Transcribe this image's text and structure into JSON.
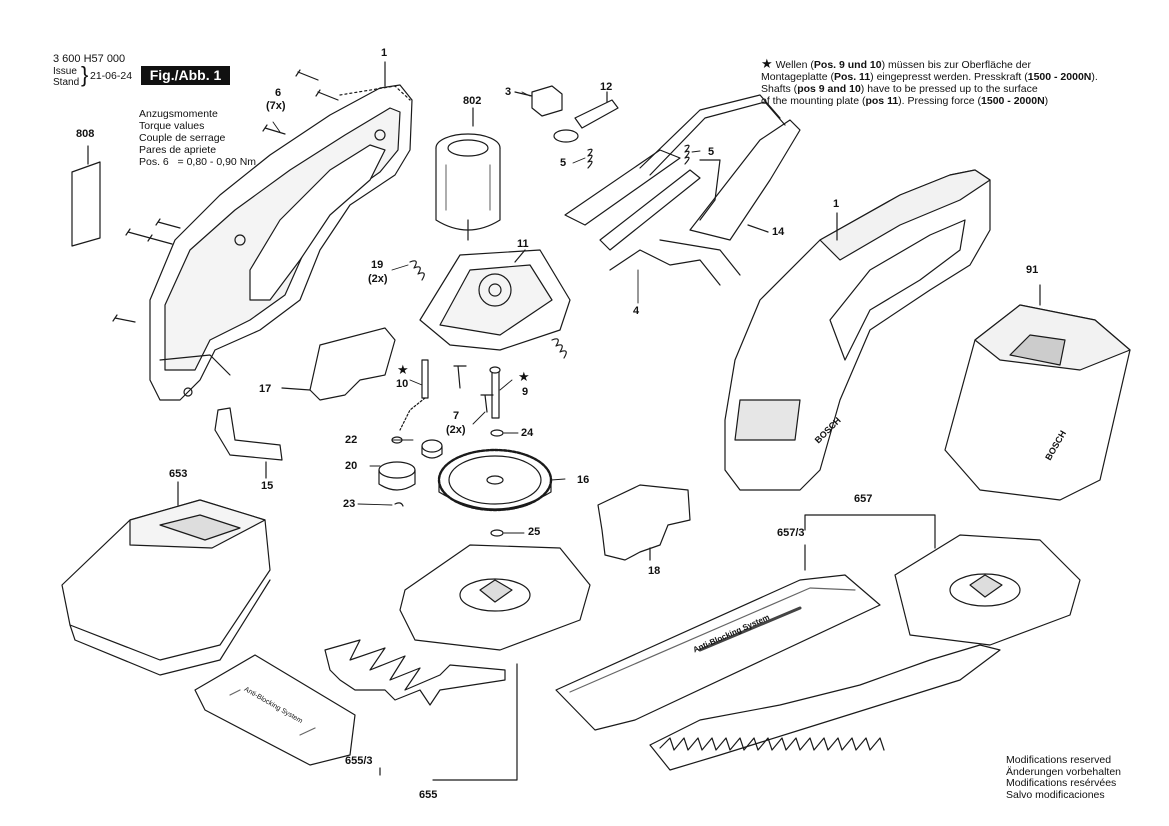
{
  "header": {
    "doc_code": "3 600 H57 000",
    "issue_label": "Issue",
    "stand_label": "Stand",
    "date": "21-06-24",
    "fig_label": "Fig./Abb. 1"
  },
  "torque": {
    "lines": [
      "Anzugsmomente",
      "Torque values",
      "Couple de serrage",
      "Pares de apriete"
    ],
    "spec": "Pos. 6   = 0,80 - 0,90 Nm"
  },
  "note": {
    "star": "★",
    "de_1a": "Wellen (",
    "de_1b": "Pos. 9 und 10",
    "de_1c": ") müssen bis zur Oberfläche der",
    "de_2a": "Montageplatte (",
    "de_2b": "Pos. 11",
    "de_2c": ") eingepresst werden. Presskraft (",
    "de_2d": "1500 - 2000N",
    "de_2e": ").",
    "en_1a": "Shafts (",
    "en_1b": "pos 9 and 10",
    "en_1c": ") have to be pressed up to the surface",
    "en_2a": "of the mounting plate (",
    "en_2b": "pos 11",
    "en_2c": "). Pressing force (",
    "en_2d": "1500 - 2000N",
    "en_2e": ")"
  },
  "modifications": [
    "Modifications reserved",
    "Änderungen vorbehalten",
    "Modifications resérvées",
    "Salvo modificaciones"
  ],
  "labels": {
    "p1a": "1",
    "p1b": "1",
    "p3": "3",
    "p4": "4",
    "p5a": "5",
    "p5b": "5",
    "p6": "6",
    "p6q": "(7x)",
    "p7": "7",
    "p7q": "(2x)",
    "p9": "9",
    "p10": "10",
    "star": "★",
    "p11": "11",
    "p12": "12",
    "p14": "14",
    "p15": "15",
    "p16": "16",
    "p17": "17",
    "p18": "18",
    "p19": "19",
    "p19q": "(2x)",
    "p20": "20",
    "p22": "22",
    "p23": "23",
    "p24": "24",
    "p25": "25",
    "p91": "91",
    "p653": "653",
    "p655": "655",
    "p655_3": "655/3",
    "p657": "657",
    "p657_3": "657/3",
    "p802": "802",
    "p808": "808"
  },
  "stickers": {
    "anti_blocking": "Anti-Blocking System",
    "brand": "BOSCH"
  }
}
